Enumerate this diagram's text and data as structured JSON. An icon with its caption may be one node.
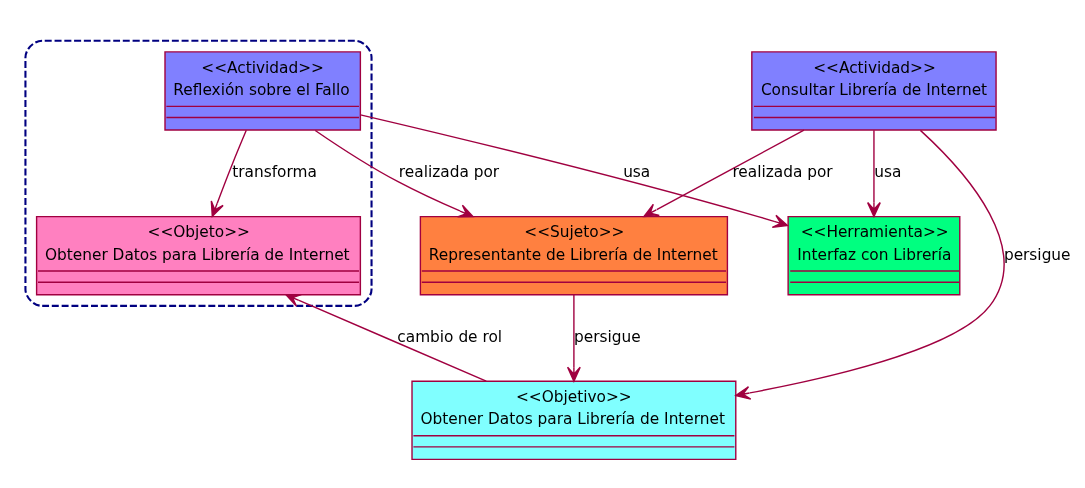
{
  "diagram": {
    "nodes": [
      {
        "text": [
          "<<Herramienta>>",
          "Interfaz con Librería"
        ]
      },
      {
        "text": [
          "<<Sujeto>>",
          "Representante de Librería de Internet"
        ]
      },
      {
        "text": [
          "<<Actividad>>",
          "Consultar Librería de Internet"
        ]
      },
      {
        "text": [
          "<<Objetivo>>",
          "Obtener Datos para Librería de Internet"
        ]
      },
      {
        "text": [],
        "shape": "ellipse"
      },
      {
        "text": [
          "<<Objeto>>",
          "Obtener Datos para Librería de Internet"
        ],
        "in": 4
      },
      {
        "text": [
          "<<Actividad>>",
          "Reflexión sobre el Fallo"
        ],
        "in": 4
      }
    ],
    "edges": [
      {
        "from": 2,
        "to": 0,
        "arrow": "to",
        "label": "usa"
      },
      {
        "from": 2,
        "to": 1,
        "arrow": "to",
        "label": "realizada por"
      },
      {
        "from": 2,
        "to": 3,
        "arrow": "to",
        "label": "persigue"
      },
      {
        "from": 1,
        "to": 3,
        "arrow": "to",
        "label": "persigue"
      },
      {
        "from": 3,
        "to": 5,
        "arrow": "to",
        "label": "cambio de rol"
      },
      {
        "from": 6,
        "to": 5,
        "arrow": "to",
        "label": "transforma"
      },
      {
        "from": 6,
        "to": 0,
        "arrow": "to",
        "label": "usa"
      },
      {
        "from": 6,
        "to": 1,
        "arrow": "to",
        "label": "realizada por"
      }
    ]
  }
}
